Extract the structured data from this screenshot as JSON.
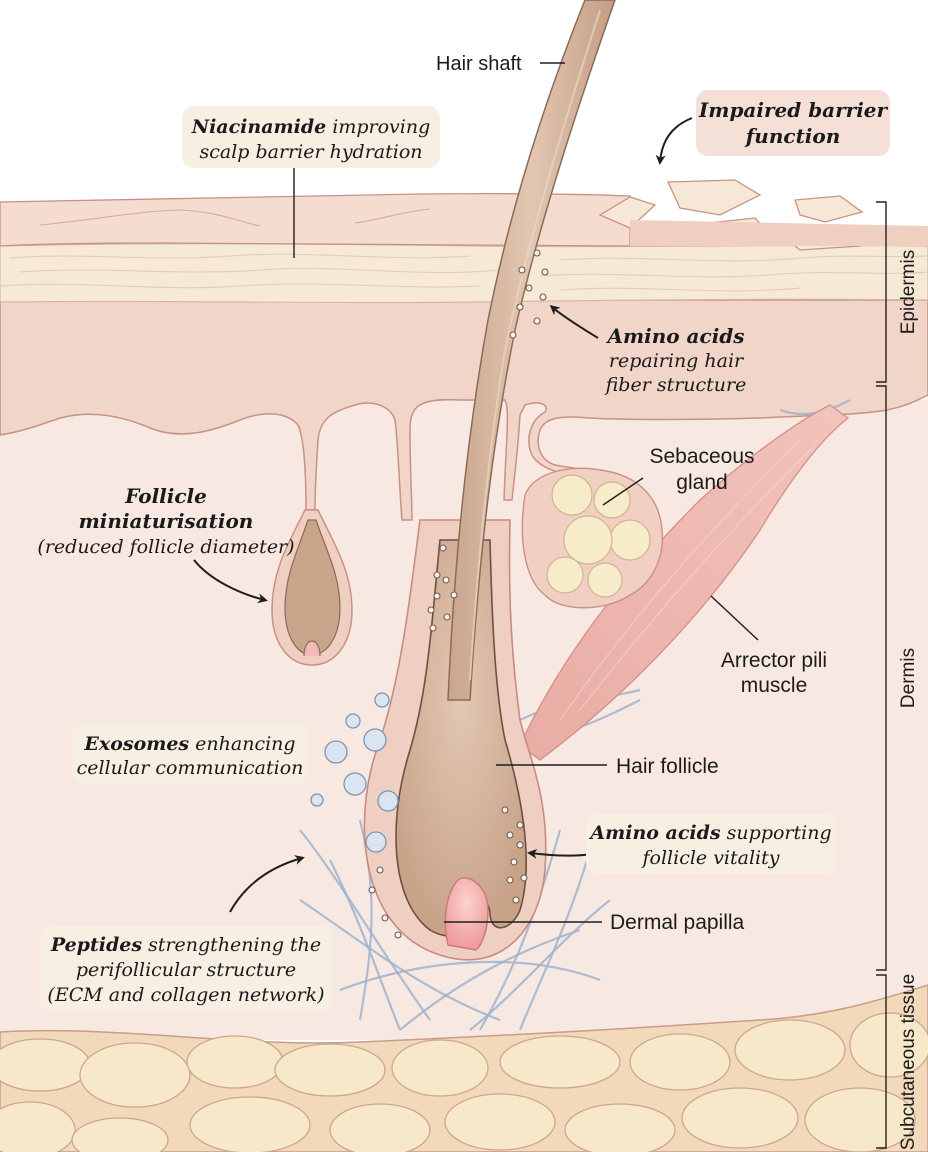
{
  "title": "Hair follicle and scalp anatomy with active ingredient effects",
  "colors": {
    "background": "#ffffff",
    "stratum_corneum": "#f4ddd0",
    "epidermis_band": "#f6ead7",
    "epidermis_base": "#f2d8cc",
    "dermis": "#f8e8e2",
    "subcutaneous_fat": "#f5e3c3",
    "hair_shaft": "#d5b39b",
    "follicle_sheath": "#edc3b8",
    "muscle": "#eab0a8",
    "sebaceous_gland": "#f6ecc9",
    "dermal_papilla": "#f3a7a6",
    "collagen_fibers": "#9fb3cc",
    "callout_box": "#f8efe3",
    "callout_box_highlight": "#f4e0d7"
  },
  "anatomy_labels": {
    "hair_shaft": "Hair shaft",
    "sebaceous_gland": [
      "Sebaceous",
      "gland"
    ],
    "arrector_pili": [
      "Arrector pili",
      "muscle"
    ],
    "hair_follicle": "Hair follicle",
    "dermal_papilla": "Dermal papilla"
  },
  "layers": {
    "epidermis": "Epidermis",
    "dermis": "Dermis",
    "subcutaneous": "Subcutaneous tissue"
  },
  "callouts": {
    "niacinamide": {
      "bold": "Niacinamide",
      "line1_rest": " improving",
      "line2": "scalp barrier hydration"
    },
    "impaired_barrier": {
      "line1": "Impaired barrier",
      "line2": "function"
    },
    "amino_repair": {
      "bold": "Amino acids",
      "line2": "repairing hair",
      "line3": "fiber structure"
    },
    "miniaturisation": {
      "line1": "Follicle",
      "line2": "miniaturisation",
      "line3": "(reduced follicle diameter)"
    },
    "exosomes": {
      "bold": "Exosomes",
      "line1_rest": " enhancing",
      "line2": "cellular communication"
    },
    "amino_vitality": {
      "bold": "Amino acids",
      "line1_rest": " supporting",
      "line2": "follicle vitality"
    },
    "peptides": {
      "bold": "Peptides",
      "line1_rest": " strengthening the",
      "line2": "perifollicular structure",
      "line3": "(ECM and collagen network)"
    }
  }
}
